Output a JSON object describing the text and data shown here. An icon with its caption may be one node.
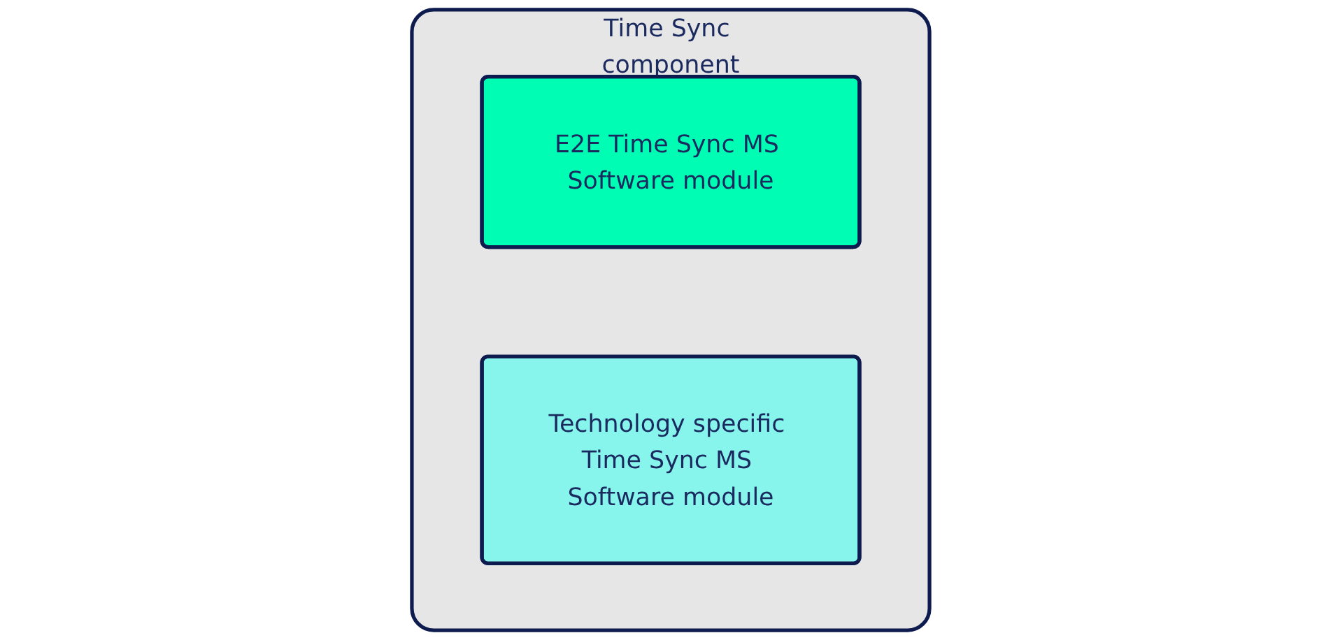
{
  "diagram": {
    "nodes": [
      {
        "text": [
          "Time Sync component"
        ]
      },
      {
        "text": [
          "E2E Time Sync MS Software module"
        ],
        "in": 0
      },
      {
        "text": [
          "Technology specific Time Sync MS Software module"
        ],
        "in": 0
      }
    ]
  }
}
